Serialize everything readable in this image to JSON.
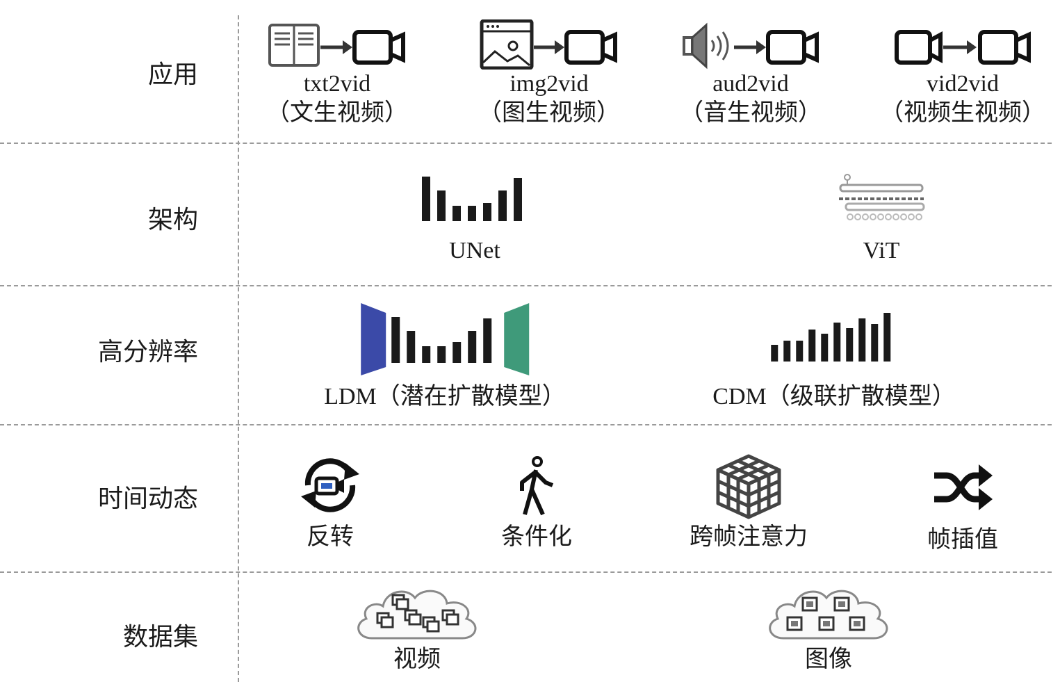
{
  "rows": [
    {
      "label": "应用",
      "items": [
        {
          "name": "txt2vid",
          "sub": "（文生视频）",
          "icon": "book-to-video-icon"
        },
        {
          "name": "img2vid",
          "sub": "（图生视频）",
          "icon": "image-to-video-icon"
        },
        {
          "name": "aud2vid",
          "sub": "（音生视频）",
          "icon": "audio-to-video-icon"
        },
        {
          "name": "vid2vid",
          "sub": "（视频生视频）",
          "icon": "video-to-video-icon"
        }
      ]
    },
    {
      "label": "架构",
      "items": [
        {
          "name": "UNet",
          "icon": "unet-icon"
        },
        {
          "name": "ViT",
          "icon": "vit-icon"
        }
      ]
    },
    {
      "label": "高分辨率",
      "items": [
        {
          "name": "LDM（潜在扩散模型）",
          "icon": "ldm-icon"
        },
        {
          "name": "CDM（级联扩散模型）",
          "icon": "cdm-icon"
        }
      ]
    },
    {
      "label": "时间动态",
      "items": [
        {
          "name": "反转",
          "icon": "inversion-icon"
        },
        {
          "name": "条件化",
          "icon": "walking-person-icon"
        },
        {
          "name": "跨帧注意力",
          "icon": "cube-icon"
        },
        {
          "name": "帧插值",
          "icon": "shuffle-icon"
        }
      ]
    },
    {
      "label": "数据集",
      "items": [
        {
          "name": "视频",
          "icon": "video-cloud-icon"
        },
        {
          "name": "图像",
          "icon": "image-cloud-icon"
        }
      ]
    }
  ],
  "colors": {
    "encoder": "#3b4aa8",
    "decoder": "#3f9a7a",
    "line": "#9a9a9a"
  }
}
